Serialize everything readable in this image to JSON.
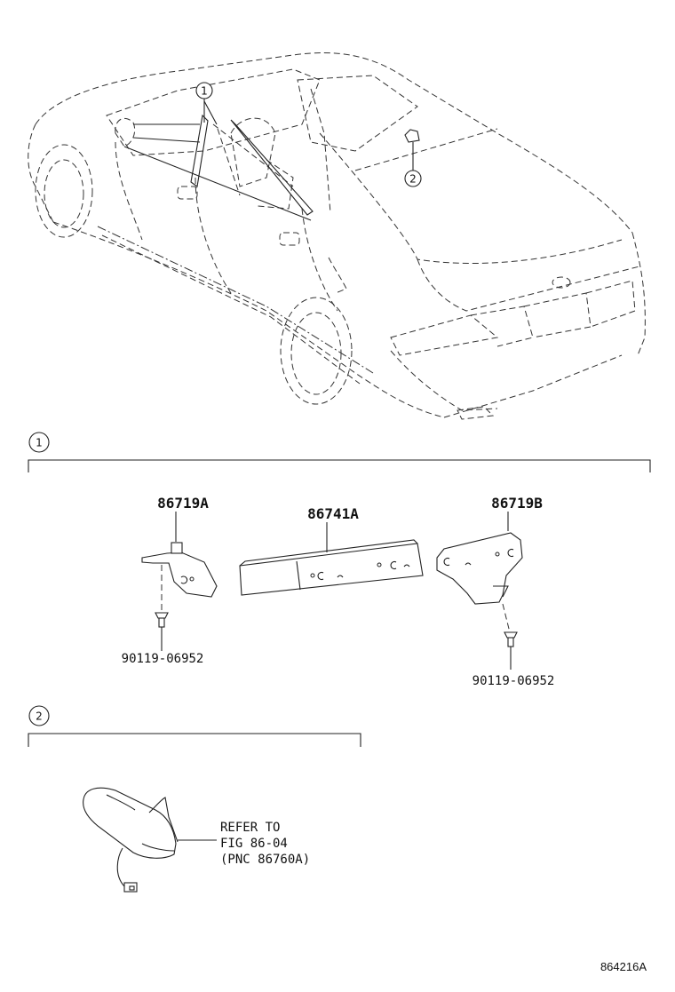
{
  "sections": [
    {
      "number": "1"
    },
    {
      "number": "2"
    }
  ],
  "car_callouts": [
    "1",
    "2"
  ],
  "parts": {
    "bracket_left": "86719A",
    "cover_center": "86741A",
    "bracket_right": "86719B",
    "screw_left": "90119-06952",
    "screw_right": "90119-06952"
  },
  "antenna_note": {
    "line1": "REFER TO",
    "line2": "FIG 86-04",
    "line3": "(PNC 86760A)"
  },
  "illustration_code": "864216A"
}
